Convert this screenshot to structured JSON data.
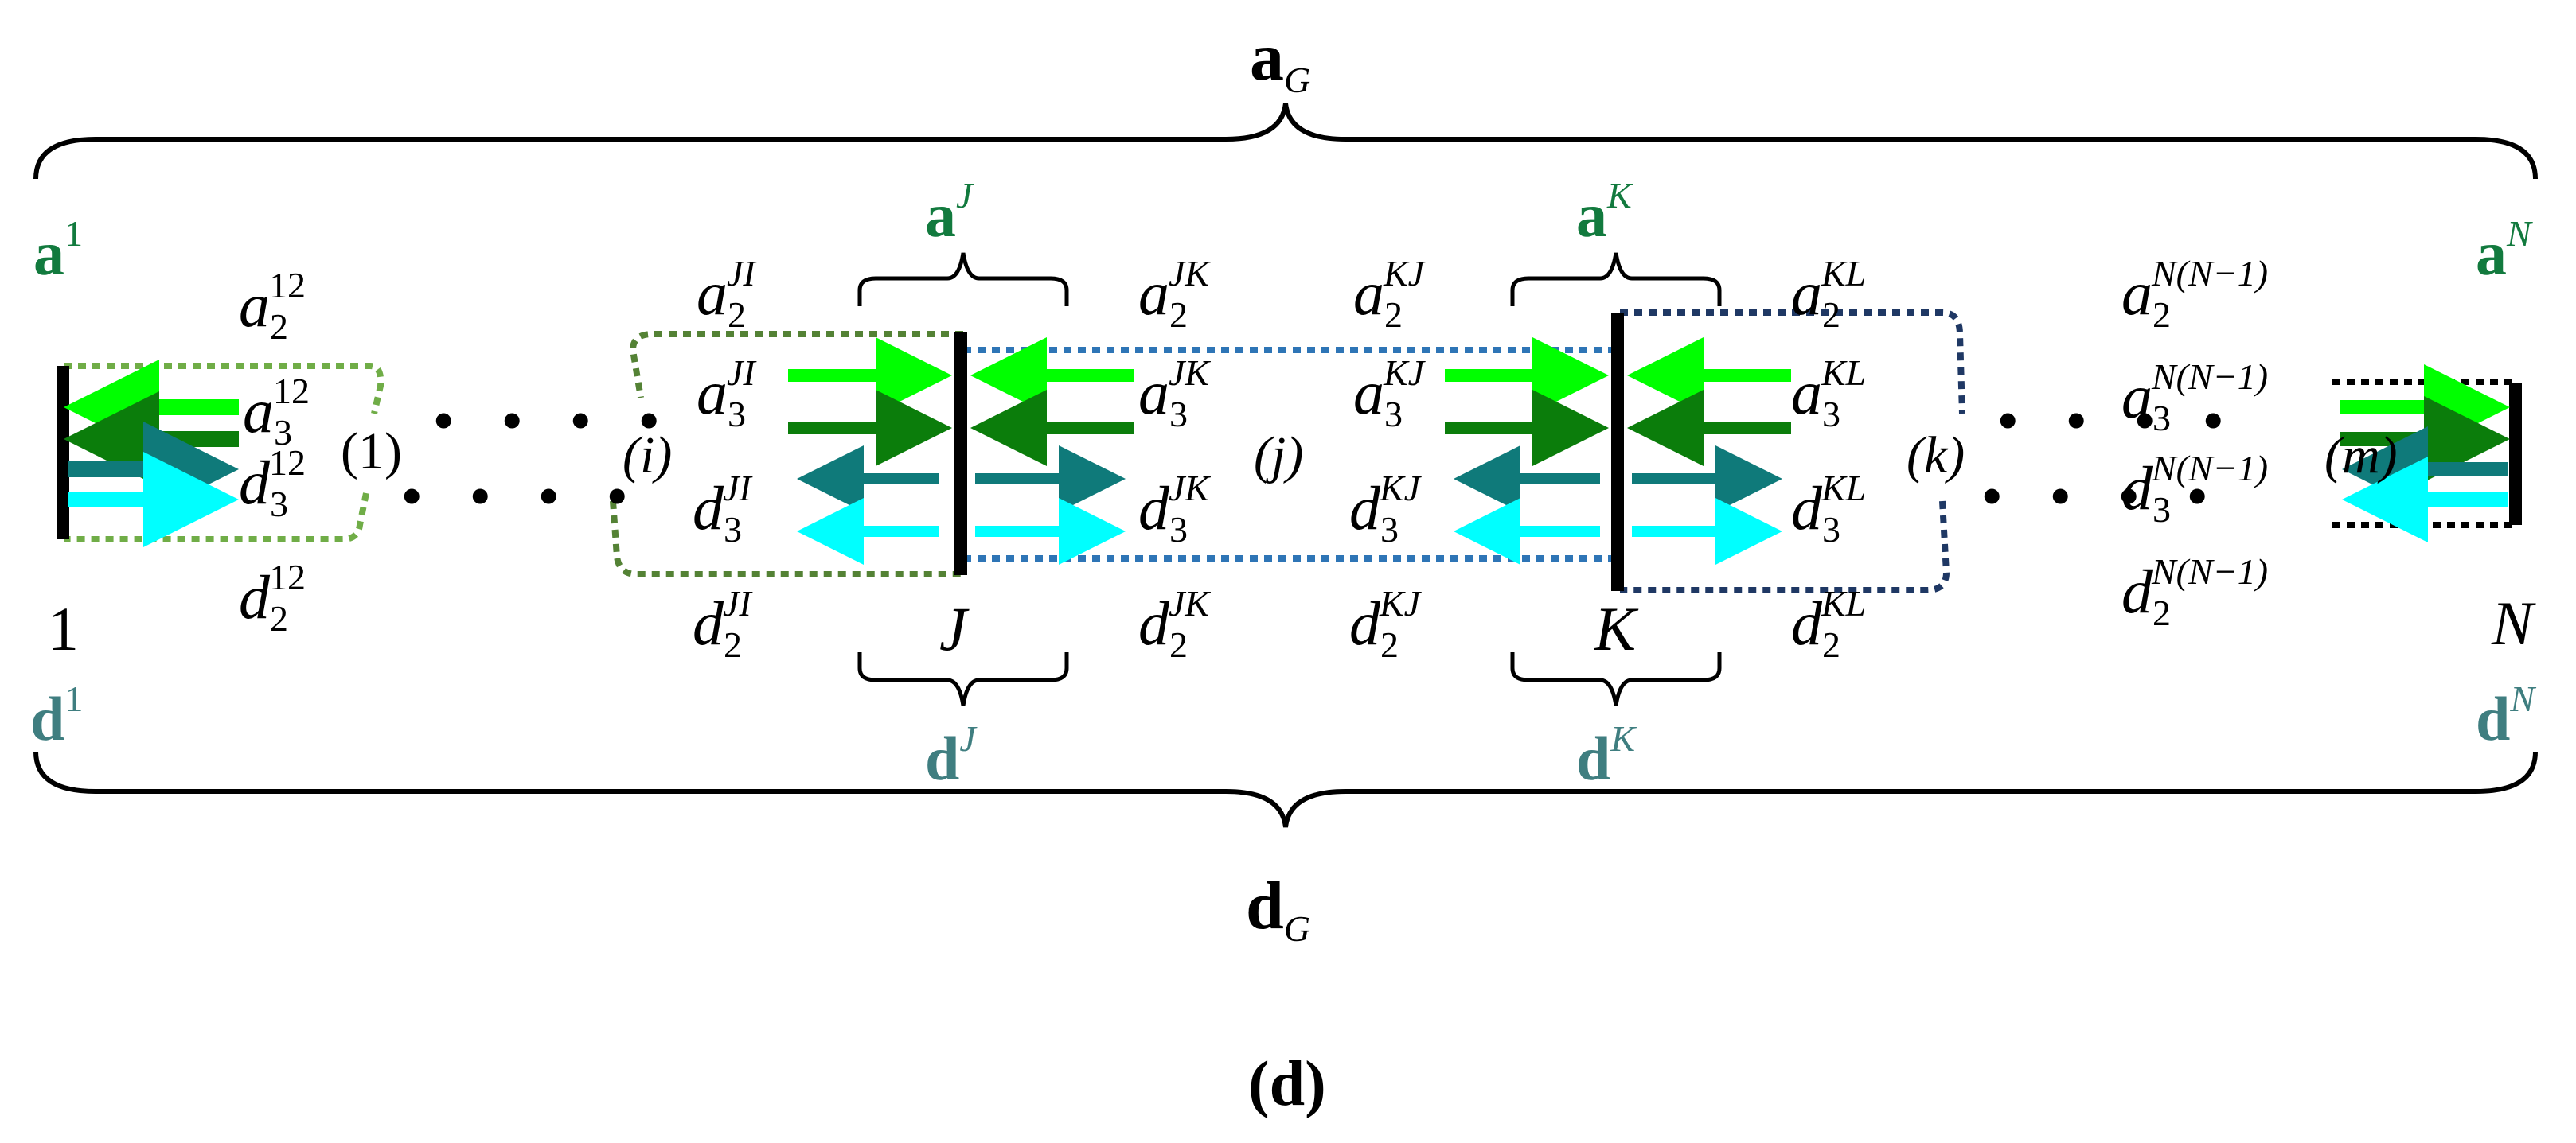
{
  "figure": {
    "panel_label": "(d)",
    "global": {
      "a_G": {
        "base": "a",
        "sub": "G"
      },
      "d_G": {
        "base": "d",
        "sub": "G"
      }
    },
    "nodes": {
      "n1": {
        "name": "1",
        "a_vec": {
          "base": "a",
          "sup": "1"
        },
        "d_vec": {
          "base": "d",
          "sup": "1"
        }
      },
      "nJ": {
        "name": "J",
        "a_vec": {
          "base": "a",
          "sup": "J"
        },
        "d_vec": {
          "base": "d",
          "sup": "J"
        }
      },
      "nK": {
        "name": "K",
        "a_vec": {
          "base": "a",
          "sup": "K"
        },
        "d_vec": {
          "base": "d",
          "sup": "K"
        }
      },
      "nN": {
        "name": "N",
        "a_vec": {
          "base": "a",
          "sup": "N"
        },
        "d_vec": {
          "base": "d",
          "sup": "N"
        }
      }
    },
    "elements": {
      "e1": "(1)",
      "ei": "(i)",
      "ej": "(j)",
      "ek": "(k)",
      "em": "(m)"
    },
    "quantities": {
      "e1_a2": {
        "base": "a",
        "sub": "2",
        "sup": "12"
      },
      "e1_a3": {
        "base": "a",
        "sub": "3",
        "sup": "12"
      },
      "e1_d3": {
        "base": "d",
        "sub": "3",
        "sup": "12"
      },
      "e1_d2": {
        "base": "d",
        "sub": "2",
        "sup": "12"
      },
      "ei_a2": {
        "base": "a",
        "sub": "2",
        "sup": "JI"
      },
      "ei_a3": {
        "base": "a",
        "sub": "3",
        "sup": "JI"
      },
      "ei_d3": {
        "base": "d",
        "sub": "3",
        "sup": "JI"
      },
      "ei_d2": {
        "base": "d",
        "sub": "2",
        "sup": "JI"
      },
      "ej_a2_JK": {
        "base": "a",
        "sub": "2",
        "sup": "JK"
      },
      "ej_a3_JK": {
        "base": "a",
        "sub": "3",
        "sup": "JK"
      },
      "ej_d3_JK": {
        "base": "d",
        "sub": "3",
        "sup": "JK"
      },
      "ej_d2_JK": {
        "base": "d",
        "sub": "2",
        "sup": "JK"
      },
      "ej_a2_KJ": {
        "base": "a",
        "sub": "2",
        "sup": "KJ"
      },
      "ej_a3_KJ": {
        "base": "a",
        "sub": "3",
        "sup": "KJ"
      },
      "ej_d3_KJ": {
        "base": "d",
        "sub": "3",
        "sup": "KJ"
      },
      "ej_d2_KJ": {
        "base": "d",
        "sub": "2",
        "sup": "KJ"
      },
      "ek_a2": {
        "base": "a",
        "sub": "2",
        "sup": "KL"
      },
      "ek_a3": {
        "base": "a",
        "sub": "3",
        "sup": "KL"
      },
      "ek_d3": {
        "base": "d",
        "sub": "3",
        "sup": "KL"
      },
      "ek_d2": {
        "base": "d",
        "sub": "2",
        "sup": "KL"
      },
      "em_a2": {
        "base": "a",
        "sub": "2",
        "sup": "N(N−1)"
      },
      "em_a3": {
        "base": "a",
        "sub": "3",
        "sup": "N(N−1)"
      },
      "em_d3": {
        "base": "d",
        "sub": "3",
        "sup": "N(N−1)"
      },
      "em_d2": {
        "base": "d",
        "sub": "2",
        "sup": "N(N−1)"
      }
    },
    "dots": "• • • •",
    "colors": {
      "a2_arrow": "#00ff00",
      "a3_arrow": "#0b7d0b",
      "d3_arrow": "#0f7a7a",
      "d2_arrow": "#00ffff",
      "vector_green": "#127a3e",
      "vector_teal": "#3f7e80",
      "element_1_box": "#70ad47",
      "element_i_box": "#548235",
      "element_j_box": "#2e75b6",
      "element_k_box": "#1f3864",
      "element_m_box": "#000000"
    }
  }
}
